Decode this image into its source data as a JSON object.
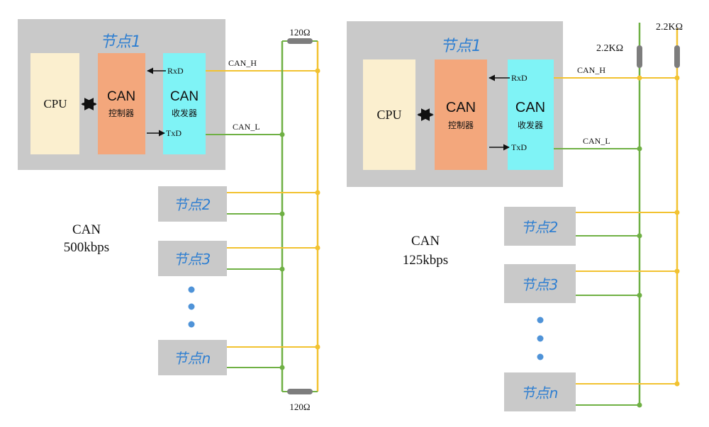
{
  "colors": {
    "panel": "#c9c9c9",
    "cpu": "#fbefcf",
    "controller": "#f3a77c",
    "transceiver": "#7ff3f6",
    "can_h": "#f2c230",
    "can_l": "#6fb044",
    "resistor": "#7d7d7d",
    "node_title": "#2f7fd1"
  },
  "left": {
    "node1_title": "节点1",
    "cpu": "CPU",
    "controller_top": "CAN",
    "controller_bottom": "控制器",
    "transceiver_top": "CAN",
    "transceiver_bottom": "收发器",
    "rxd": "RxD",
    "txd": "TxD",
    "can_h": "CAN_H",
    "can_l": "CAN_L",
    "resistor_top": "120Ω",
    "resistor_bottom": "120Ω",
    "node2": "节点2",
    "node3": "节点3",
    "noden": "节点n",
    "speed_name": "CAN",
    "speed_value": "500kbps"
  },
  "right": {
    "node1_title": "节点1",
    "cpu": "CPU",
    "controller_top": "CAN",
    "controller_bottom": "控制器",
    "transceiver_top": "CAN",
    "transceiver_bottom": "收发器",
    "rxd": "RxD",
    "txd": "TxD",
    "can_h": "CAN_H",
    "can_l": "CAN_L",
    "pullup_1": "2.2KΩ",
    "pullup_2": "2.2KΩ",
    "node2": "节点2",
    "node3": "节点3",
    "noden": "节点n",
    "speed_name": "CAN",
    "speed_value": "125kbps"
  }
}
